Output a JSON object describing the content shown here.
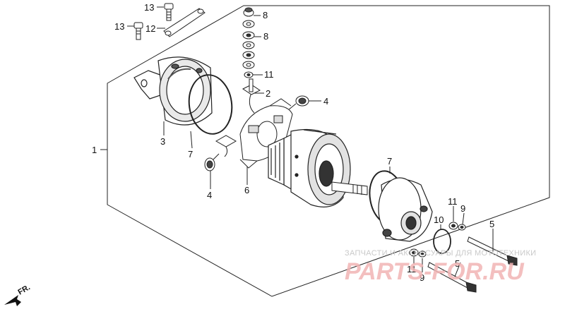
{
  "callouts": [
    {
      "id": "c13a",
      "text": "13"
    },
    {
      "id": "c13b",
      "text": "13"
    },
    {
      "id": "c12",
      "text": "12"
    },
    {
      "id": "c8a",
      "text": "8"
    },
    {
      "id": "c8b",
      "text": "8"
    },
    {
      "id": "c11a",
      "text": "11"
    },
    {
      "id": "c2",
      "text": "2"
    },
    {
      "id": "c4a",
      "text": "4"
    },
    {
      "id": "c3",
      "text": "3"
    },
    {
      "id": "c7a",
      "text": "7"
    },
    {
      "id": "c1",
      "text": "1"
    },
    {
      "id": "c4b",
      "text": "4"
    },
    {
      "id": "c6",
      "text": "6"
    },
    {
      "id": "c7b",
      "text": "7"
    },
    {
      "id": "c11b",
      "text": "11"
    },
    {
      "id": "c9a",
      "text": "9"
    },
    {
      "id": "c10",
      "text": "10"
    },
    {
      "id": "c5a",
      "text": "5"
    },
    {
      "id": "c11c",
      "text": "11"
    },
    {
      "id": "c5b",
      "text": "5"
    },
    {
      "id": "c9b",
      "text": "9"
    }
  ],
  "direction": {
    "label": "FR."
  },
  "watermark": {
    "line1": "ЗАПЧАСТИ И АКСЕССУАРЫ ДЛЯ МОТОТЕХНИКИ",
    "line2": "PARTS-FOR.RU"
  }
}
